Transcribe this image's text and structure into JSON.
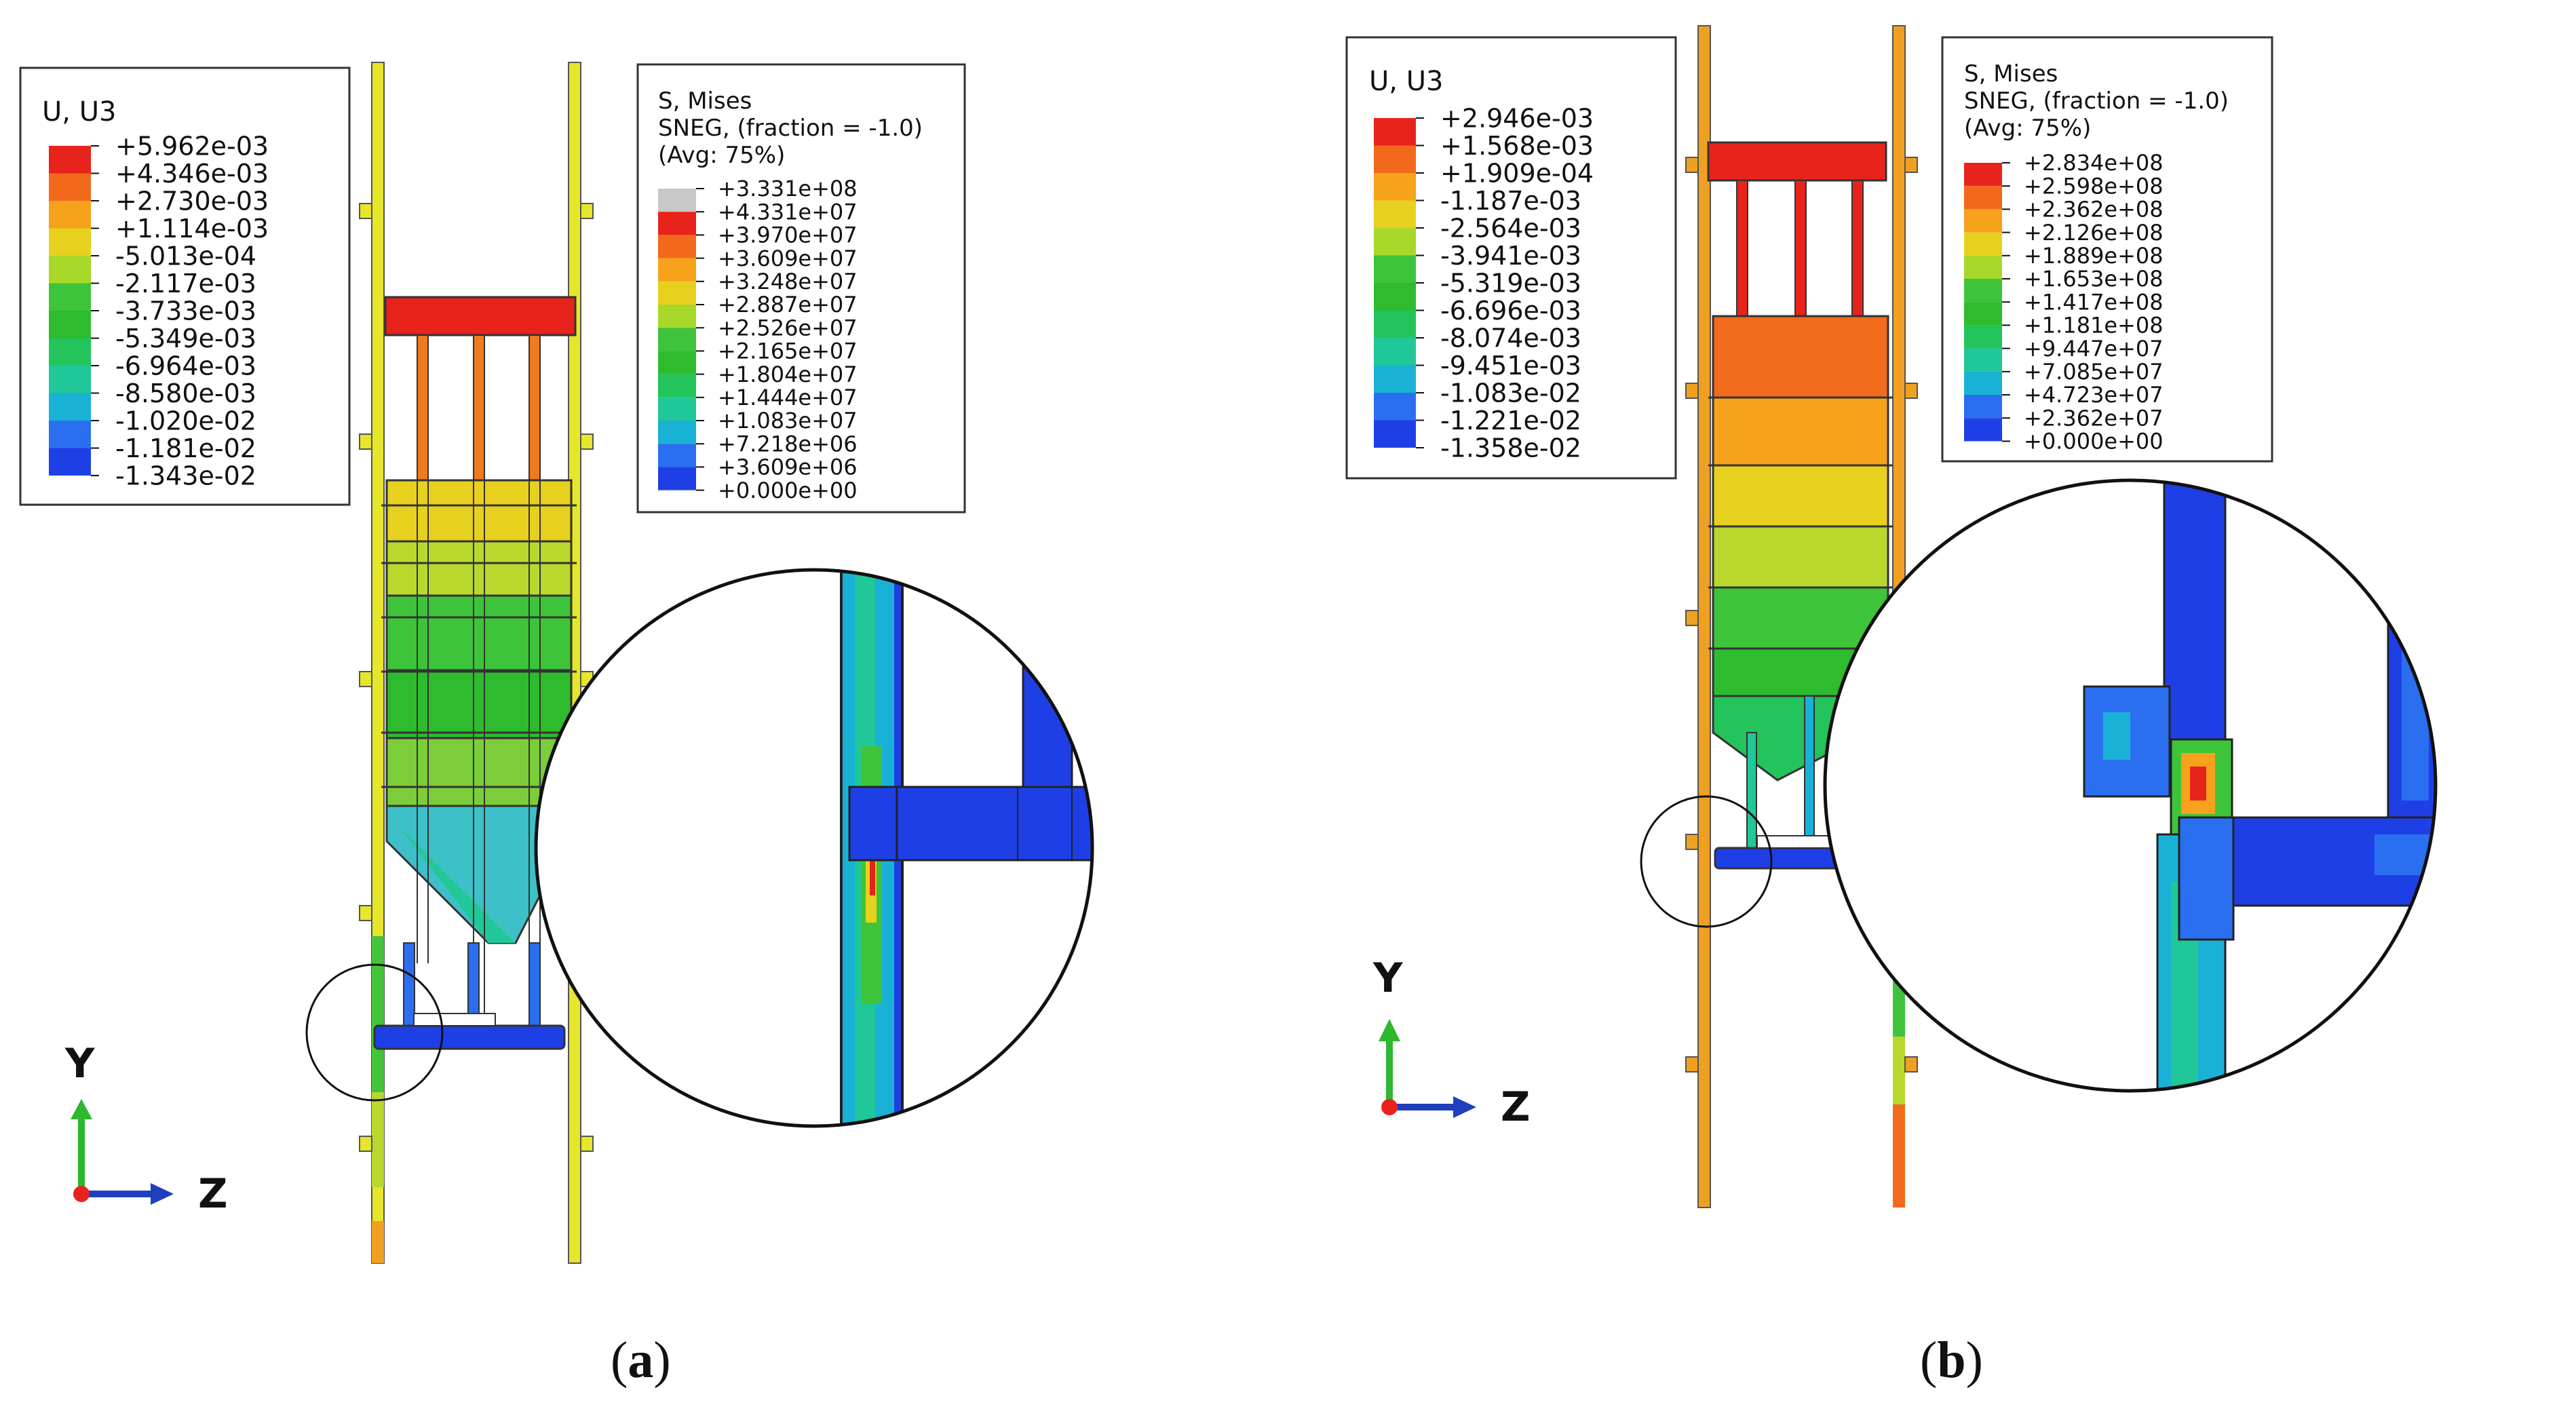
{
  "panels": [
    {
      "id": "a",
      "caption_letter": "a",
      "displacement_legend": {
        "title": "U, U3",
        "values": [
          "+5.962e-03",
          "+4.346e-03",
          "+2.730e-03",
          "+1.114e-03",
          "-5.013e-04",
          "-2.117e-03",
          "-3.733e-03",
          "-5.349e-03",
          "-6.964e-03",
          "-8.580e-03",
          "-1.020e-02",
          "-1.181e-02",
          "-1.343e-02"
        ],
        "colors": [
          "#e8231c",
          "#f2691b",
          "#f6a21a",
          "#e7d01e",
          "#a8d829",
          "#3ec43a",
          "#2ebb2e",
          "#22c45b",
          "#20c798",
          "#1ab1d6",
          "#2a6ff0",
          "#1f3fe6"
        ]
      },
      "stress_legend": {
        "title": "S, Mises",
        "subtitle": "SNEG, (fraction = -1.0)",
        "avg": "(Avg: 75%)",
        "values": [
          "+3.331e+08",
          "+4.331e+07",
          "+3.970e+07",
          "+3.609e+07",
          "+3.248e+07",
          "+2.887e+07",
          "+2.526e+07",
          "+2.165e+07",
          "+1.804e+07",
          "+1.444e+07",
          "+1.083e+07",
          "+7.218e+06",
          "+3.609e+06",
          "+0.000e+00"
        ],
        "colors": [
          "#c8c8c8",
          "#e8231c",
          "#f2691b",
          "#f6a21a",
          "#e7d01e",
          "#a8d829",
          "#3ec43a",
          "#2ebb2e",
          "#22c45b",
          "#20c798",
          "#1ab1d6",
          "#2a6ff0",
          "#1f3fe6"
        ]
      },
      "axis_labels": {
        "y": "Y",
        "z": "Z"
      }
    },
    {
      "id": "b",
      "caption_letter": "b",
      "displacement_legend": {
        "title": "U, U3",
        "values": [
          "+2.946e-03",
          "+1.568e-03",
          "+1.909e-04",
          "-1.187e-03",
          "-2.564e-03",
          "-3.941e-03",
          "-5.319e-03",
          "-6.696e-03",
          "-8.074e-03",
          "-9.451e-03",
          "-1.083e-02",
          "-1.221e-02",
          "-1.358e-02"
        ],
        "colors": [
          "#e8231c",
          "#f2691b",
          "#f6a21a",
          "#e7d01e",
          "#a8d829",
          "#3ec43a",
          "#2ebb2e",
          "#22c45b",
          "#20c798",
          "#1ab1d6",
          "#2a6ff0",
          "#1f3fe6"
        ]
      },
      "stress_legend": {
        "title": "S, Mises",
        "subtitle": "SNEG, (fraction = -1.0)",
        "avg": "(Avg: 75%)",
        "values": [
          "+2.834e+08",
          "+2.598e+08",
          "+2.362e+08",
          "+2.126e+08",
          "+1.889e+08",
          "+1.653e+08",
          "+1.417e+08",
          "+1.181e+08",
          "+9.447e+07",
          "+7.085e+07",
          "+4.723e+07",
          "+2.362e+07",
          "+0.000e+00"
        ],
        "colors": [
          "#e8231c",
          "#f2691b",
          "#f6a21a",
          "#e7d01e",
          "#a8d829",
          "#3ec43a",
          "#2ebb2e",
          "#22c45b",
          "#20c798",
          "#1ab1d6",
          "#2a6ff0",
          "#1f3fe6"
        ]
      },
      "axis_labels": {
        "y": "Y",
        "z": "Z"
      }
    }
  ]
}
